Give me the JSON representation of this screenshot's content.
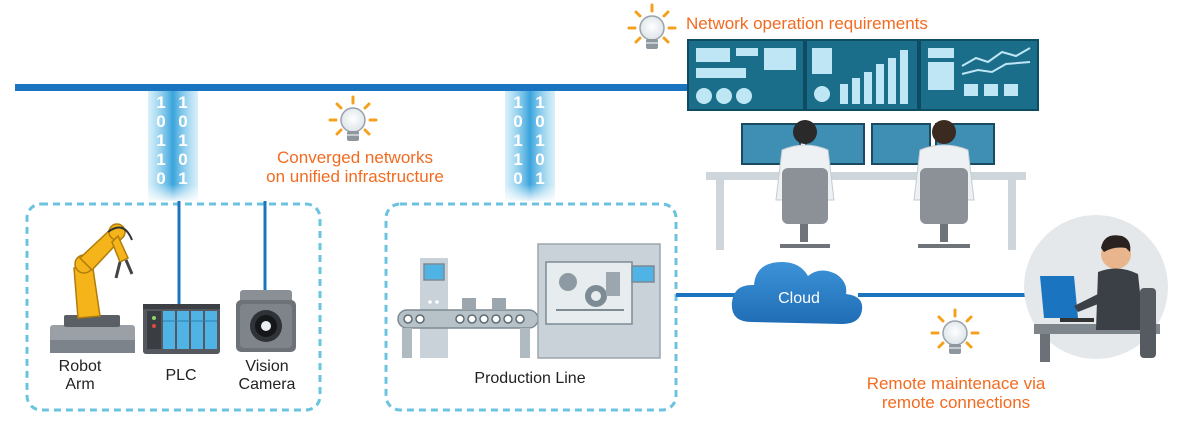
{
  "labels": {
    "network_ops": "Network operation requirements",
    "converged_line1": "Converged networks",
    "converged_line2": "on unified infrastructure",
    "robot_arm_line1": "Robot",
    "robot_arm_line2": "Arm",
    "plc": "PLC",
    "vision_line1": "Vision",
    "vision_line2": "Camera",
    "production_line": "Production Line",
    "cloud": "Cloud",
    "remote_line1": "Remote maintenace via",
    "remote_line2": "remote connections"
  },
  "binary_streams": {
    "left_col_a": [
      "1",
      "0",
      "1",
      "1",
      "0"
    ],
    "left_col_b": [
      "1",
      "0",
      "1",
      "0",
      "1"
    ],
    "right_col_a": [
      "1",
      "0",
      "1",
      "1",
      "0"
    ],
    "right_col_b": [
      "1",
      "0",
      "1",
      "0",
      "1"
    ]
  },
  "icons": [
    "lightbulb-icon",
    "robot-arm-icon",
    "plc-icon",
    "vision-camera-icon",
    "production-line-icon",
    "cloud-icon",
    "control-room-icon",
    "remote-engineer-icon",
    "dashboard-monitor-icon"
  ],
  "colors": {
    "network_line": "#1b74bf",
    "highlight_orange": "#f26b21",
    "zone_border": "#6cc3e0",
    "cloud_blue": "#2b7fc9",
    "screen_dark": "#1a6e8a"
  }
}
